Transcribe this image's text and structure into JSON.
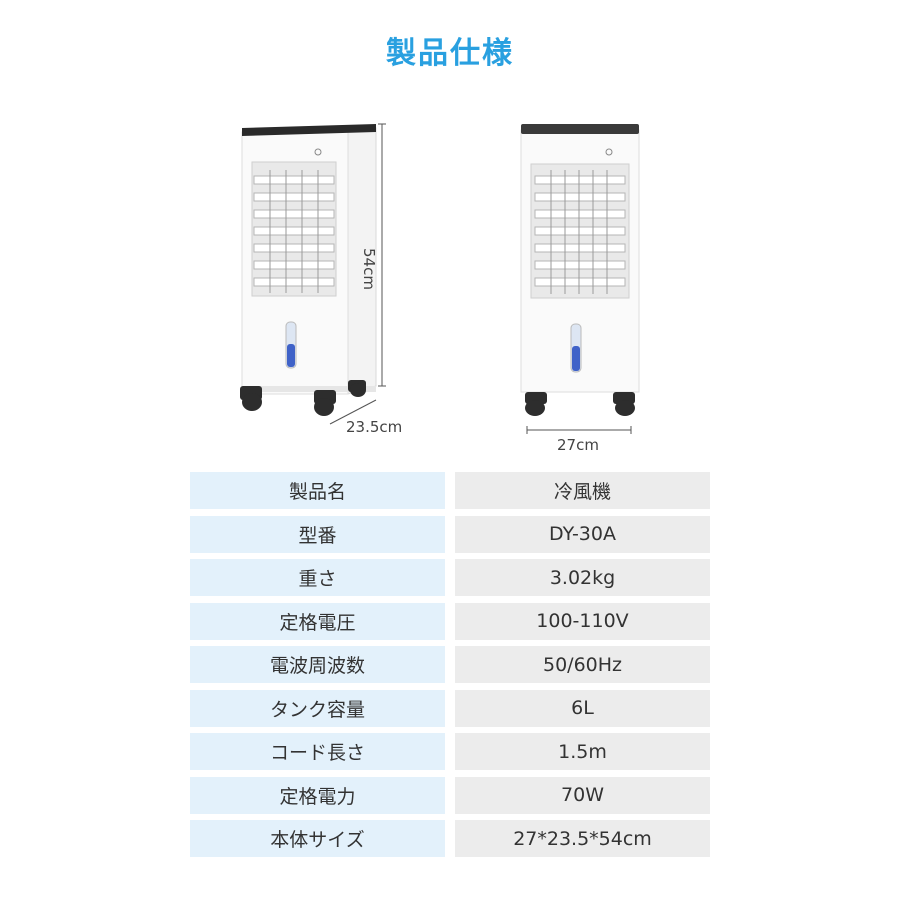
{
  "title": "製品仕様",
  "dimensions": {
    "height": "54cm",
    "depth": "23.5cm",
    "width": "27cm"
  },
  "specs": [
    {
      "label": "製品名",
      "value": "冷風機"
    },
    {
      "label": "型番",
      "value": "DY-30A"
    },
    {
      "label": "重さ",
      "value": "3.02kg"
    },
    {
      "label": "定格電圧",
      "value": "100-110V"
    },
    {
      "label": "電波周波数",
      "value": "50/60Hz"
    },
    {
      "label": "タンク容量",
      "value": "6L"
    },
    {
      "label": "コード長さ",
      "value": "1.5m"
    },
    {
      "label": "定格電力",
      "value": "70W"
    },
    {
      "label": "本体サイズ",
      "value": "27*23.5*54cm"
    }
  ]
}
